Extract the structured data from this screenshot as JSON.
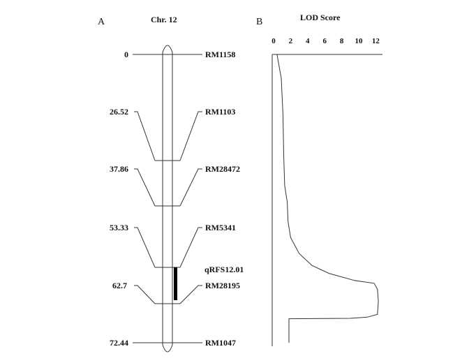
{
  "panel_a": {
    "label": "A",
    "title": "Chr. 12",
    "markers": [
      {
        "pos": "0",
        "name": "RM1158"
      },
      {
        "pos": "26.52",
        "name": "RM1103"
      },
      {
        "pos": "37.86",
        "name": "RM28472"
      },
      {
        "pos": "53.33",
        "name": "RM5341"
      },
      {
        "pos": "62.7",
        "name": "RM28195"
      },
      {
        "pos": "72.44",
        "name": "RM1047"
      }
    ],
    "qtl": {
      "name": "qRFS12.01"
    }
  },
  "panel_b": {
    "label": "B",
    "title": "LOD Score",
    "ticks": [
      "0",
      "2",
      "4",
      "6",
      "8",
      "10",
      "12"
    ]
  },
  "chart_data": {
    "type": "line",
    "title": "LOD Score",
    "x_range": [
      0,
      12.5
    ],
    "y_range_cM": [
      0,
      72.44
    ],
    "series": [
      {
        "points": [
          [
            0.4,
            0.0
          ],
          [
            0.9,
            6.0
          ],
          [
            1.1,
            15.0
          ],
          [
            1.2,
            26.0
          ],
          [
            1.3,
            33.0
          ],
          [
            1.6,
            37.0
          ],
          [
            1.7,
            42.0
          ],
          [
            2.0,
            46.0
          ],
          [
            3.0,
            50.0
          ],
          [
            4.5,
            53.0
          ],
          [
            6.5,
            55.0
          ],
          [
            9.5,
            56.8
          ],
          [
            11.8,
            57.5
          ],
          [
            12.2,
            59.0
          ],
          [
            12.3,
            62.0
          ],
          [
            12.2,
            65.3
          ],
          [
            11.0,
            66.0
          ],
          [
            9.0,
            66.3
          ],
          [
            1.8,
            66.4
          ],
          [
            1.8,
            72.44
          ]
        ]
      }
    ]
  }
}
